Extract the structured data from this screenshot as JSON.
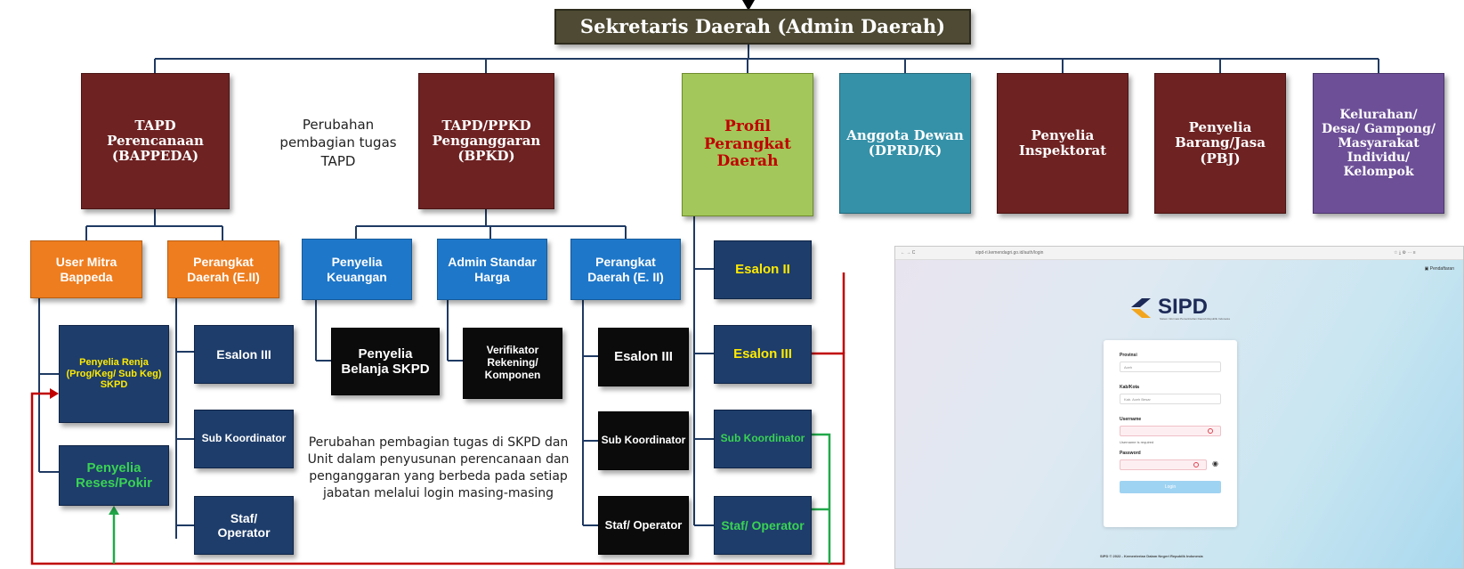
{
  "root": "Sekretaris Daerah (Admin Daerah)",
  "top_level": [
    "TAPD\nPerencanaan\n(BAPPEDA)",
    "TAPD/PPKD\nPenganggaran\n(BPKD)",
    "Profil\nPerangkat\nDaerah",
    "Anggota Dewan\n(DPRD/K)",
    "Penyelia\nInspektorat",
    "Penyelia\nBarang/Jasa\n(PBJ)",
    "Kelurahan/\nDesa/ Gampong/\nMasyarakat\nIndividu/\nKelompok"
  ],
  "note_top": "Perubahan\npembagian tugas\nTAPD",
  "bappeda_children": [
    "User Mitra\nBappeda",
    "Perangkat\nDaerah (E.II)"
  ],
  "bappeda_sub": [
    "Penyelia Renja\n(Prog/Keg/ Sub Keg)\nSKPD",
    "Penyelia\nReses/Pokir",
    "Esalon III",
    "Sub Koordinator",
    "Staf/\nOperator"
  ],
  "bpkd_children": [
    "Penyelia\nKeuangan",
    "Admin Standar\nHarga",
    "Perangkat\nDaerah (E. II)"
  ],
  "bpkd_sub": [
    "Penyelia\nBelanja SKPD",
    "Verifikator\nRekening/\nKomponen",
    "Esalon III",
    "Sub Koordinator",
    "Staf/ Operator"
  ],
  "profil_children": [
    "Esalon II",
    "Esalon III",
    "Sub Koordinator",
    "Staf/ Operator"
  ],
  "note_bottom": "Perubahan pembagian tugas di SKPD dan\nUnit dalam penyusunan perencanaan dan\npenganggaran yang berbeda pada setiap\njabatan melalui login masing-masing",
  "login_window": {
    "url": "sipd-ri.kemendagri.go.id/auth/login",
    "register_link": "Pendaftaran",
    "logo_text": "SIPD",
    "logo_sub": "Sistem Informasi Pemerintahan Daerah Republik Indonesia",
    "provinsi_label": "Provinsi",
    "provinsi_value": "Aceh",
    "kabkota_label": "Kab/Kota",
    "kabkota_value": "Kab. Aceh Besar",
    "username_label": "Username",
    "username_error": "Username is required",
    "password_label": "Password",
    "login_button": "Login",
    "footer": "SIPD © 2022 - Kementerian Dalam Negeri Republik Indonesia"
  },
  "colors": {
    "maroon": "#6e2222",
    "green": "#a3c75a",
    "teal": "#3591a8",
    "purple": "#6d4f97",
    "orange": "#ee7d1f",
    "blue": "#1e77c9",
    "navy": "#1e3d6b",
    "line": "#1f3a63",
    "red_loop": "#c00000",
    "green_loop": "#22a84a"
  }
}
